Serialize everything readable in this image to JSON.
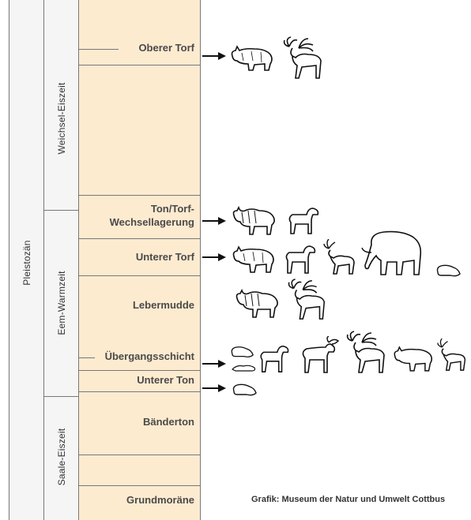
{
  "columns": {
    "epoch": "Pleistozän",
    "stages": {
      "weichsel": "Weichsel-Eiszeit",
      "eem": "Eem-Warmzeit",
      "saale": "Saale-Eiszeit"
    }
  },
  "layers": {
    "oberer_torf": "Oberer Torf",
    "ton_torf_1": "Ton/Torf-",
    "ton_torf_2": "Wechsellagerung",
    "unterer_torf": "Unterer Torf",
    "lebermudde": "Lebermudde",
    "uebergang": "Übergangsschicht",
    "unterer_ton": "Unterer Ton",
    "baenderton": "Bänderton",
    "grundmoraene": "Grundmoräne"
  },
  "animals": {
    "row_oberer_torf": [
      "rhino",
      "giant-deer"
    ],
    "row_ton_torf": [
      "bison",
      "horse"
    ],
    "row_unterer_torf": [
      "rhino",
      "horse",
      "deer",
      "elephant",
      "beaver"
    ],
    "row_lebermudde": [
      "bison",
      "giant-deer"
    ],
    "row_uebergang": [
      "beaver",
      "small-animal",
      "horse",
      "moose",
      "giant-deer",
      "rhino",
      "deer"
    ],
    "row_unterer_ton": [
      "beaver"
    ]
  },
  "credit": "Grafik: Museum der Natur und Umwelt Cottbus",
  "colors": {
    "strata_fill": "#fdebd0",
    "column_fill": "#f5f5f5",
    "line": "#777777"
  }
}
